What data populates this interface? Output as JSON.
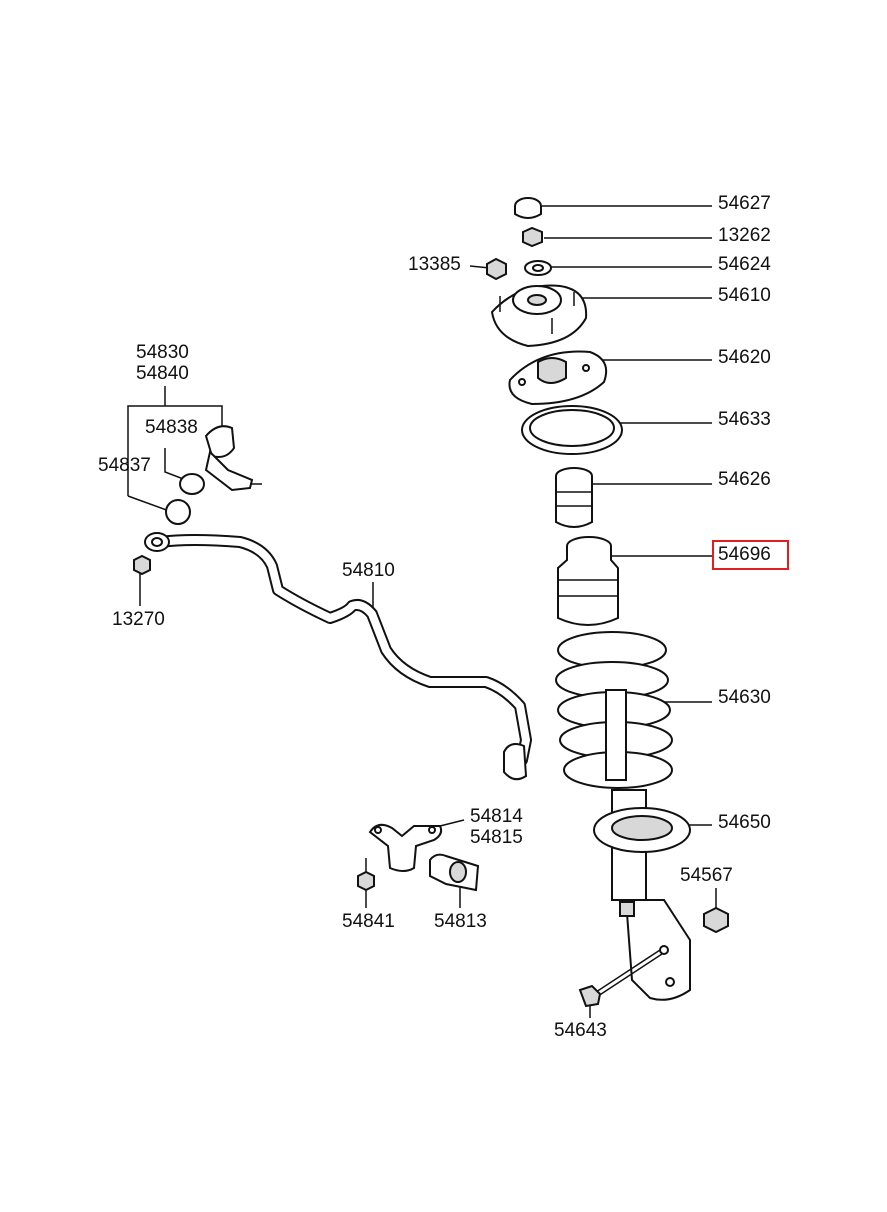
{
  "highlight": {
    "color": "#e02020",
    "part": "54696"
  },
  "labels": {
    "p54627": "54627",
    "p13262": "13262",
    "p13385": "13385",
    "p54624": "54624",
    "p54610": "54610",
    "p54830": "54830",
    "p54840": "54840",
    "p54620": "54620",
    "p54633": "54633",
    "p54838": "54838",
    "p54837": "54837",
    "p54626": "54626",
    "p54696": "54696",
    "p54810": "54810",
    "p13270": "13270",
    "p54630": "54630",
    "p54814": "54814",
    "p54815": "54815",
    "p54650": "54650",
    "p54567": "54567",
    "p54841": "54841",
    "p54813": "54813",
    "p54643": "54643"
  }
}
